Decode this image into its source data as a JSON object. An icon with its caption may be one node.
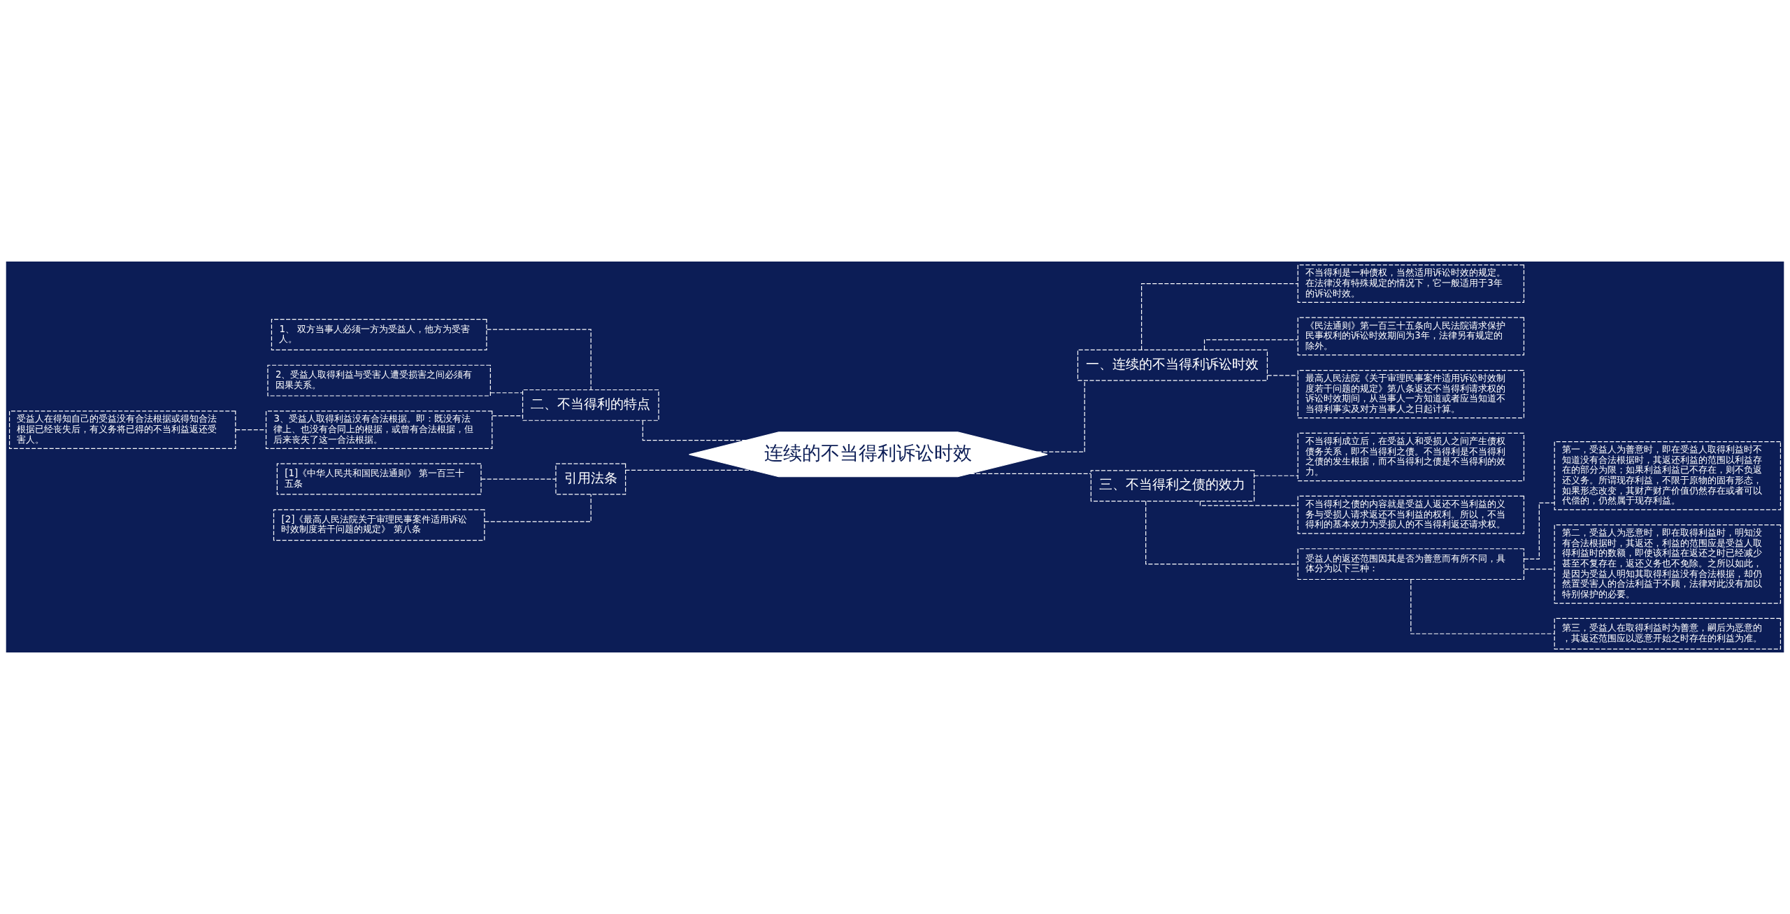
{
  "diagram": {
    "nodes": [
      {
        "text": [
          "连续的不当得利诉讼时效"
        ]
      },
      {
        "text": [
          "一、连续的不当得利诉讼时效"
        ]
      },
      {
        "text": [
          "不当得利是一种债权，当然适用诉讼时效的规定。在法律没有特殊规定的情况下，它一般适用于3年的诉讼时效。"
        ]
      },
      {
        "text": [
          "《民法通则》第一百三十五条向人民法院请求保护民事权利的诉讼时效期间为3年，法律另有规定的除外。"
        ]
      },
      {
        "text": [
          "最高人民法院《关于审理民事案件适用诉讼时效制度若干问题的规定》第八条返还不当得利请求权的诉讼时效期间，从当事人一方知道或者应当知道不当得利事实及对方当事人之日起计算。"
        ]
      },
      {
        "text": [
          "二、不当得利的特点"
        ]
      },
      {
        "text": [
          "1、 双方当事人必须一方为受益人，他方为受害人。"
        ]
      },
      {
        "text": [
          "2、受益人取得利益与受害人遭受损害之间必须有因果关系。"
        ]
      },
      {
        "text": [
          "3、受益人取得利益没有合法根据。即：既没有法律上、也没有合同上的根据，或曾有合法根据，但后来丧失了这一合法根据。"
        ]
      },
      {
        "text": [
          "受益人在得知自己的受益没有合法根据或得知合法根据已经丧失后，有义务将已得的不当利益返还受害人。"
        ]
      },
      {
        "text": [
          "三、不当得利之债的效力"
        ]
      },
      {
        "text": [
          "不当得利成立后，在受益人和受损人之间产生债权债务关系，即不当得利之债。不当得利是不当得利之债的发生根据，而不当得利之债是不当得利的效力。"
        ]
      },
      {
        "text": [
          "不当得利之债的内容就是受益人返还不当利益的义务与受损人请求返还不当利益的权利。所以，不当得利的基本效力为受损人的不当得利返还请求权。"
        ]
      },
      {
        "text": [
          "受益人的返还范围因其是否为善意而有所不同，具体分为以下三种："
        ]
      },
      {
        "text": [
          "第一，受益人为善意时，即在受益人取得利益时不知道没有合法根据时，其返还利益的范围以利益存在的部分为限；如果利益利益已不存在，则不负返还义务。所谓现存利益，不限于原物的固有形态，如果形态改变，其财产财产价值仍然存在或者可以代偿的，仍然属于现存利益。"
        ]
      },
      {
        "text": [
          "第二，受益人为恶意时，即在取得利益时，明知没有合法根据时，其返还，利益的范围应是受益人取得利益时的数额，即使该利益在返还之时已经减少甚至不复存在，返还义务也不免除。之所以如此，是因为受益人明知其取得利益没有合法根据，却仍然置受害人的合法利益于不顾，法律对此没有加以特别保护的必要。"
        ]
      },
      {
        "text": [
          "第三，受益人在取得利益时为善意，嗣后为恶意的，其返还范围应以恶意开始之时存在的利益为准。"
        ]
      },
      {
        "text": [
          "引用法条"
        ]
      },
      {
        "text": [
          "[1]《中华人民共和国民法通则》 第一百三十五条"
        ]
      },
      {
        "text": [
          "[2]《最高人民法院关于审理民事案件适用诉讼时效制度若干问题的规定》 第八条"
        ]
      }
    ],
    "edges": [
      {
        "from": 0,
        "to": 1,
        "arrow": "none"
      },
      {
        "from": 1,
        "to": 2,
        "arrow": "none"
      },
      {
        "from": 1,
        "to": 3,
        "arrow": "none"
      },
      {
        "from": 1,
        "to": 4,
        "arrow": "none"
      },
      {
        "from": 0,
        "to": 5,
        "arrow": "none"
      },
      {
        "from": 5,
        "to": 6,
        "arrow": "none"
      },
      {
        "from": 5,
        "to": 7,
        "arrow": "none"
      },
      {
        "from": 5,
        "to": 8,
        "arrow": "none"
      },
      {
        "from": 8,
        "to": 9,
        "arrow": "none"
      },
      {
        "from": 0,
        "to": 10,
        "arrow": "none"
      },
      {
        "from": 10,
        "to": 11,
        "arrow": "none"
      },
      {
        "from": 10,
        "to": 12,
        "arrow": "none"
      },
      {
        "from": 10,
        "to": 13,
        "arrow": "none"
      },
      {
        "from": 13,
        "to": 14,
        "arrow": "none"
      },
      {
        "from": 13,
        "to": 15,
        "arrow": "none"
      },
      {
        "from": 13,
        "to": 16,
        "arrow": "none"
      },
      {
        "from": 0,
        "to": 17,
        "arrow": "none"
      },
      {
        "from": 17,
        "to": 18,
        "arrow": "none"
      },
      {
        "from": 17,
        "to": 19,
        "arrow": "none"
      }
    ]
  }
}
